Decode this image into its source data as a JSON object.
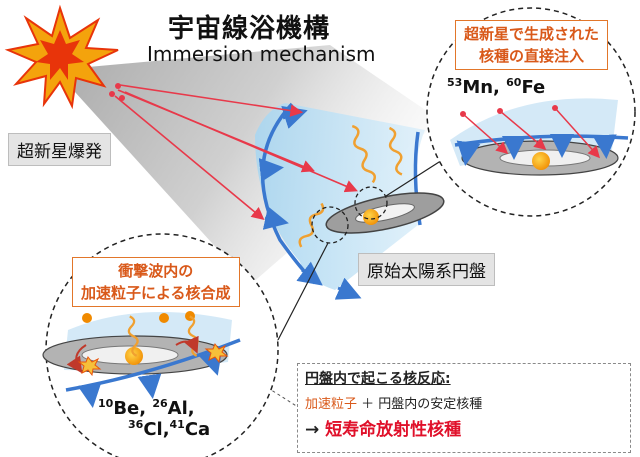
{
  "title": {
    "jp": "宇宙線浴機構",
    "en": "Immersion mechanism"
  },
  "labels": {
    "supernova": "超新星爆発",
    "protoplanetary_disk": "原始太陽系円盤"
  },
  "callouts": {
    "direct_injection": [
      "超新星で生成された",
      "核種の直接注入"
    ],
    "shock_synthesis": [
      "衝撃波内の",
      "加速粒子による核合成"
    ]
  },
  "isotopes_injected": {
    "mn_mass": "53",
    "mn": "Mn, ",
    "fe_mass": "60",
    "fe": "Fe"
  },
  "isotopes_spallation": {
    "be_mass": "10",
    "be": "Be, ",
    "al_mass": "26",
    "al": "Al,",
    "cl_mass": "36",
    "cl": "Cl,",
    "ca_mass": "41",
    "ca": "Ca"
  },
  "reaction_box": {
    "title": "円盤内で起こる核反応:",
    "accel": "加速粒子",
    "plus_text": " ＋ 円盤内の安定核種",
    "arrow": "→ ",
    "result": "短寿命放射性核種"
  },
  "colors": {
    "shock_blue": "#3a78cf",
    "ray_red": "#e8394a",
    "callout_orange": "#e2762a",
    "wave_orange": "#f0a030",
    "result_red": "#e0102a",
    "cone_gray": "#bdbdbd",
    "light_blue": "#bfe1f4"
  }
}
